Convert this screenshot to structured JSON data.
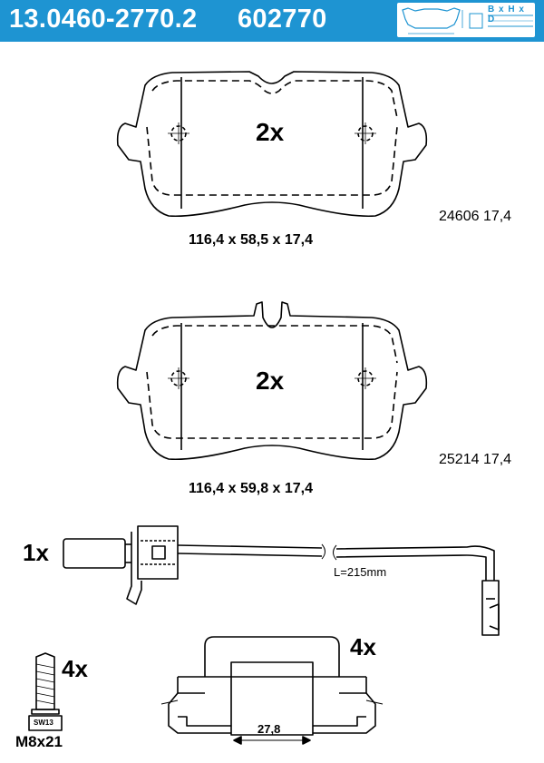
{
  "header": {
    "part_number": "13.0460-2770.2",
    "ref_number": "602770",
    "dims_icon_label": "B x H x D",
    "icon_name": "brake-pad-dimensions-icon"
  },
  "colors": {
    "header_bg": "#1e94d2",
    "header_text": "#ffffff",
    "line": "#000000"
  },
  "pad_1": {
    "quantity": "2x",
    "dimensions": "116,4 x 58,5 x 17,4",
    "code": "24606 17,4"
  },
  "pad_2": {
    "quantity": "2x",
    "dimensions": "116,4 x 59,8 x 17,4",
    "code": "25214 17,4"
  },
  "wear_sensor": {
    "quantity": "1x",
    "length": "L=215mm"
  },
  "bolt": {
    "quantity": "4x",
    "wrench_size": "SW13",
    "size": "M8x21"
  },
  "clip": {
    "quantity": "4x",
    "width": "27,8"
  }
}
